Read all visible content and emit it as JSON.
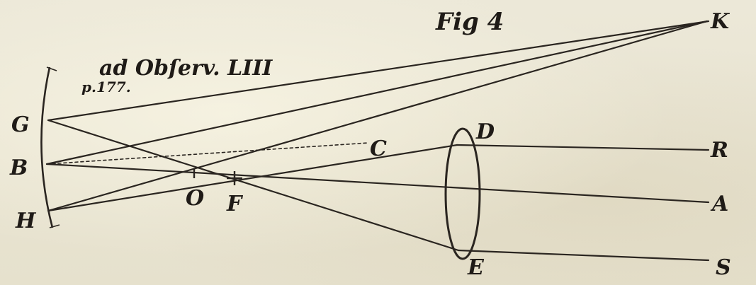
{
  "figure": {
    "title": "Fig 4",
    "caption": "ad Obſerv. LIII",
    "page_ref": "p.177."
  },
  "points": {
    "K": "K",
    "G": "G",
    "B": "B",
    "H": "H",
    "C": "C",
    "D": "D",
    "R": "R",
    "O": "O",
    "F": "F",
    "A": "A",
    "E": "E",
    "S": "S"
  }
}
